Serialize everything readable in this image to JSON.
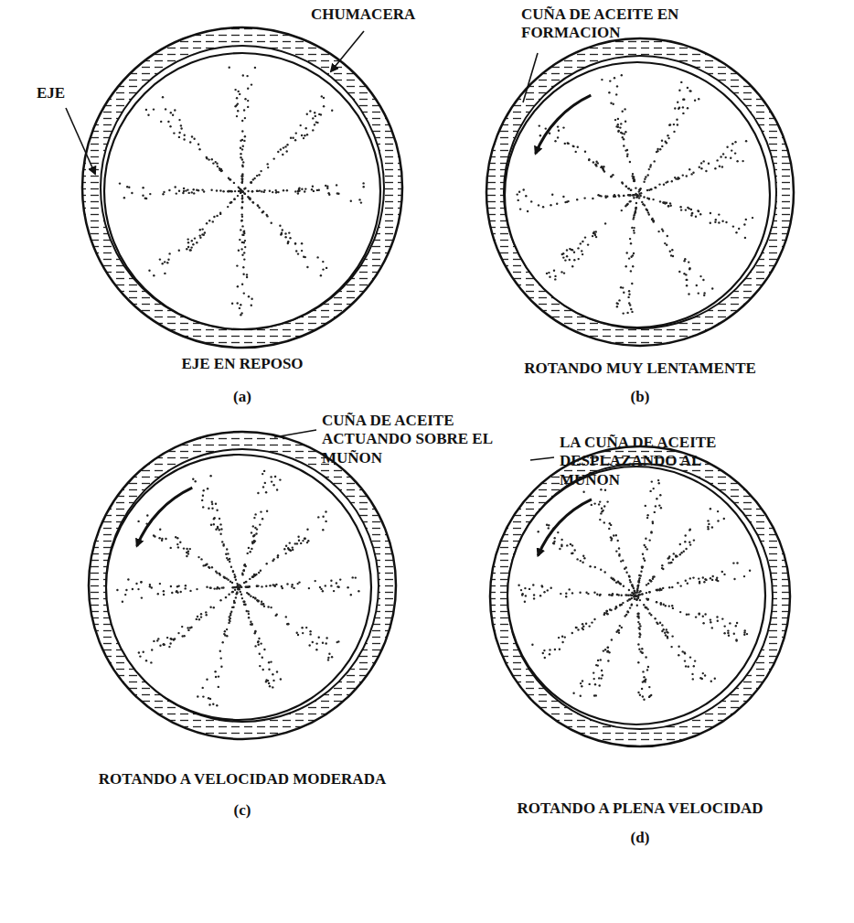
{
  "diagram": {
    "labels": [
      "EJE",
      "CHUMACERA",
      "EJE EN REPOSO",
      "(a)",
      "CUÑA DE ACEITE EN FORMACION",
      "ROTANDO MUY LENTAMENTE",
      "(b)",
      "CUÑA DE ACEITE ACTUANDO SOBRE EL MUÑON",
      "ROTANDO A VELOCIDAD MODERADA",
      "(c)",
      "LA CUÑA DE ACEITE DESPLAZANDO AL MUÑON",
      "ROTANDO A PLENA VELOCIDAD",
      "(d)"
    ]
  }
}
